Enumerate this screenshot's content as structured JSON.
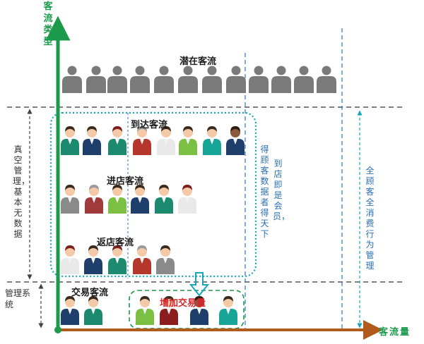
{
  "axes": {
    "y_label": "客流类型",
    "x_label": "客流量"
  },
  "rows": {
    "potential": "潜在客流",
    "arrival": "到达客流",
    "entering": "进店客流",
    "returning": "返店客流",
    "transaction": "交易客流"
  },
  "left_notes": {
    "vacuum": "真空管理，基本无数据",
    "system": "管理系统"
  },
  "right_notes": {
    "data_wins": "得顾客数据者得天下",
    "member": "到店即是会员，",
    "full_mgmt": "全顾客全消费行为管理"
  },
  "callout": "增加交易量",
  "colors": {
    "axis": "#1a9a4a",
    "x_axis": "#b05a1c",
    "dash_blue": "#2a78c5",
    "dash_teal": "#19a6b8",
    "callout_red": "#d4262b",
    "silhouette": "#7a7a7a"
  },
  "icons": {
    "potential_person": "person-silhouette-icon",
    "customer_person": "customer-avatar-icon",
    "down_arrow": "down-arrow-icon"
  }
}
